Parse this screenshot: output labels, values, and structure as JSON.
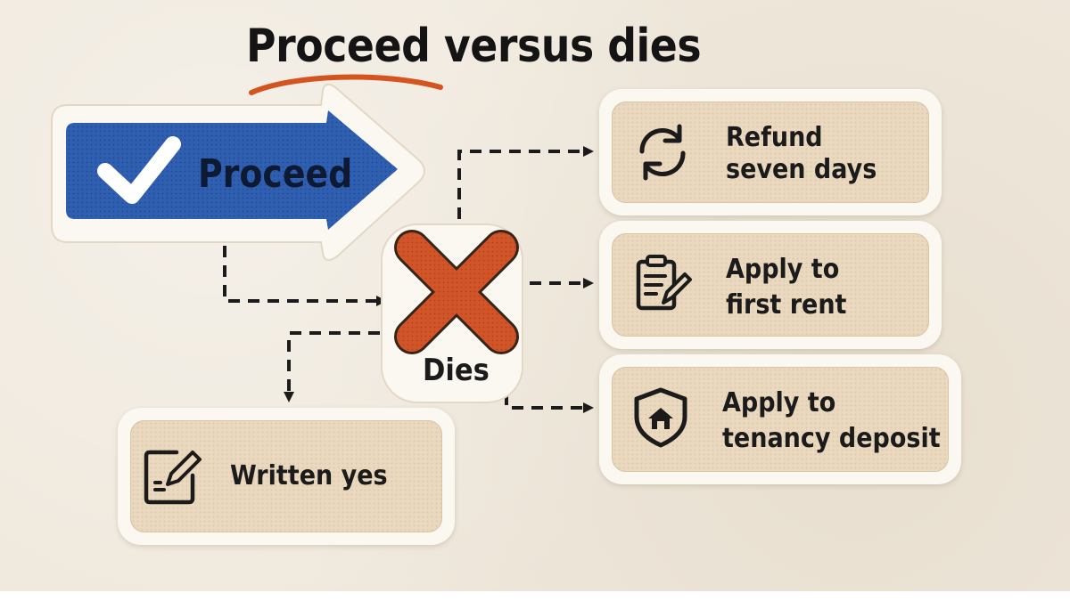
{
  "title": "Proceed versus dies",
  "colors": {
    "proceed_blue": "#2f5fb0",
    "dies_red": "#d2552a",
    "card_fill": "#ead9bf",
    "underline_orange": "#d4541f"
  },
  "proceed": {
    "label": "Proceed",
    "icon": "checkmark-icon"
  },
  "dies": {
    "label": "Dies",
    "icon": "cross-icon"
  },
  "outcomes": {
    "refund": {
      "line1": "Refund",
      "line2": "seven days",
      "icon": "refresh-icon"
    },
    "first_rent": {
      "line1": "Apply to",
      "line2": "first rent",
      "icon": "clipboard-pencil-icon"
    },
    "deposit": {
      "line1": "Apply to",
      "line2": "tenancy deposit",
      "icon": "shield-home-icon"
    },
    "written_yes": {
      "label": "Written yes",
      "icon": "signature-pencil-icon"
    }
  }
}
